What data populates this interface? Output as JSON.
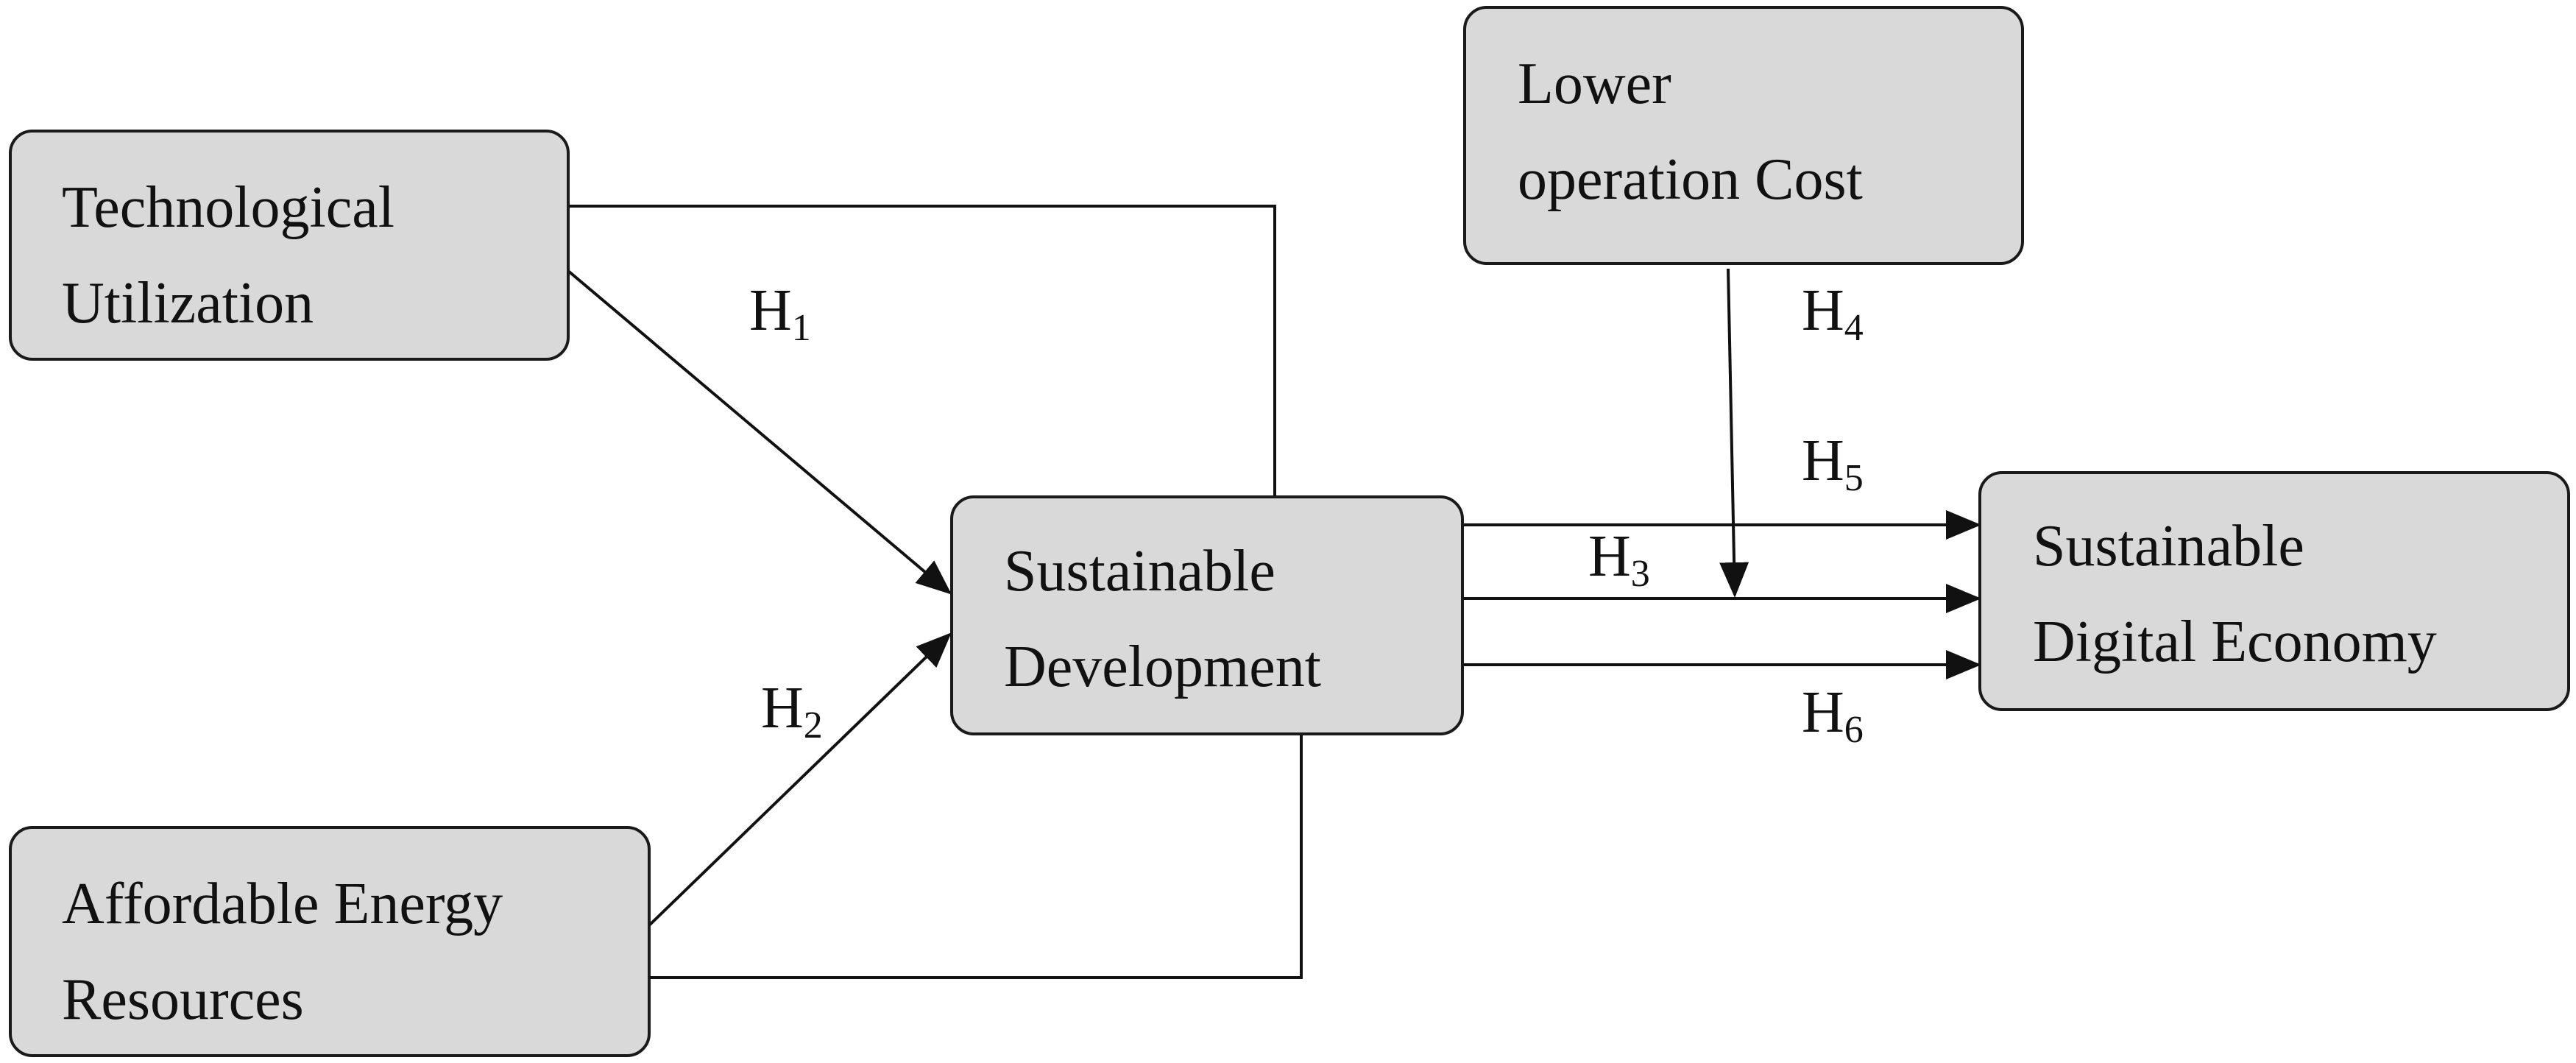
{
  "nodes": {
    "tech": {
      "lines": [
        "Technological",
        "Utilization"
      ]
    },
    "energy": {
      "lines": [
        "Affordable Energy",
        "Resources"
      ]
    },
    "sustdev": {
      "lines": [
        "Sustainable",
        "Development"
      ]
    },
    "cost": {
      "lines": [
        "Lower",
        "operation Cost"
      ]
    },
    "sde": {
      "lines": [
        "Sustainable",
        "Digital Economy"
      ]
    }
  },
  "hypotheses": {
    "h1": {
      "letter": "H",
      "sub": "1"
    },
    "h2": {
      "letter": "H",
      "sub": "2"
    },
    "h3": {
      "letter": "H",
      "sub": "3"
    },
    "h4": {
      "letter": "H",
      "sub": "4"
    },
    "h5": {
      "letter": "H",
      "sub": "5"
    },
    "h6": {
      "letter": "H",
      "sub": "6"
    }
  },
  "colors": {
    "box_fill": "#d9d9d9",
    "stroke": "#111111",
    "background": "#ffffff"
  }
}
